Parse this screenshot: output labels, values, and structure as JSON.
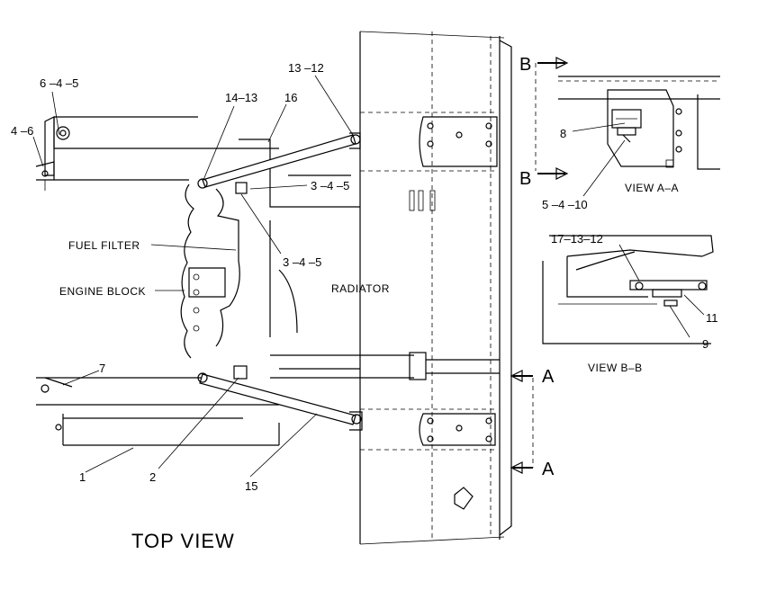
{
  "labels": {
    "top_view": "TOP VIEW",
    "radiator": "RADIATOR",
    "fuel_filter": "FUEL FILTER",
    "engine_block": "ENGINE BLOCK",
    "view_aa": "VIEW A–A",
    "view_bb": "VIEW B–B",
    "section_a_top": "A",
    "section_a_bottom": "A",
    "section_b_top": "B",
    "section_b_bottom": "B"
  },
  "callouts": {
    "c_6_4_5": "6 –4 –5",
    "c_4_6": "4 –6",
    "c_14_13": "14–13",
    "c_16": "16",
    "c_13_12": "13 –12",
    "c_3_4_5_a": "3 –4 –5",
    "c_3_4_5_b": "3 –4 –5",
    "c_7": "7",
    "c_1": "1",
    "c_2": "2",
    "c_15": "15",
    "c_8": "8",
    "c_5_4_10": "5 –4 –10",
    "c_17_13_12": "17–13–12",
    "c_11": "11",
    "c_9": "9"
  }
}
